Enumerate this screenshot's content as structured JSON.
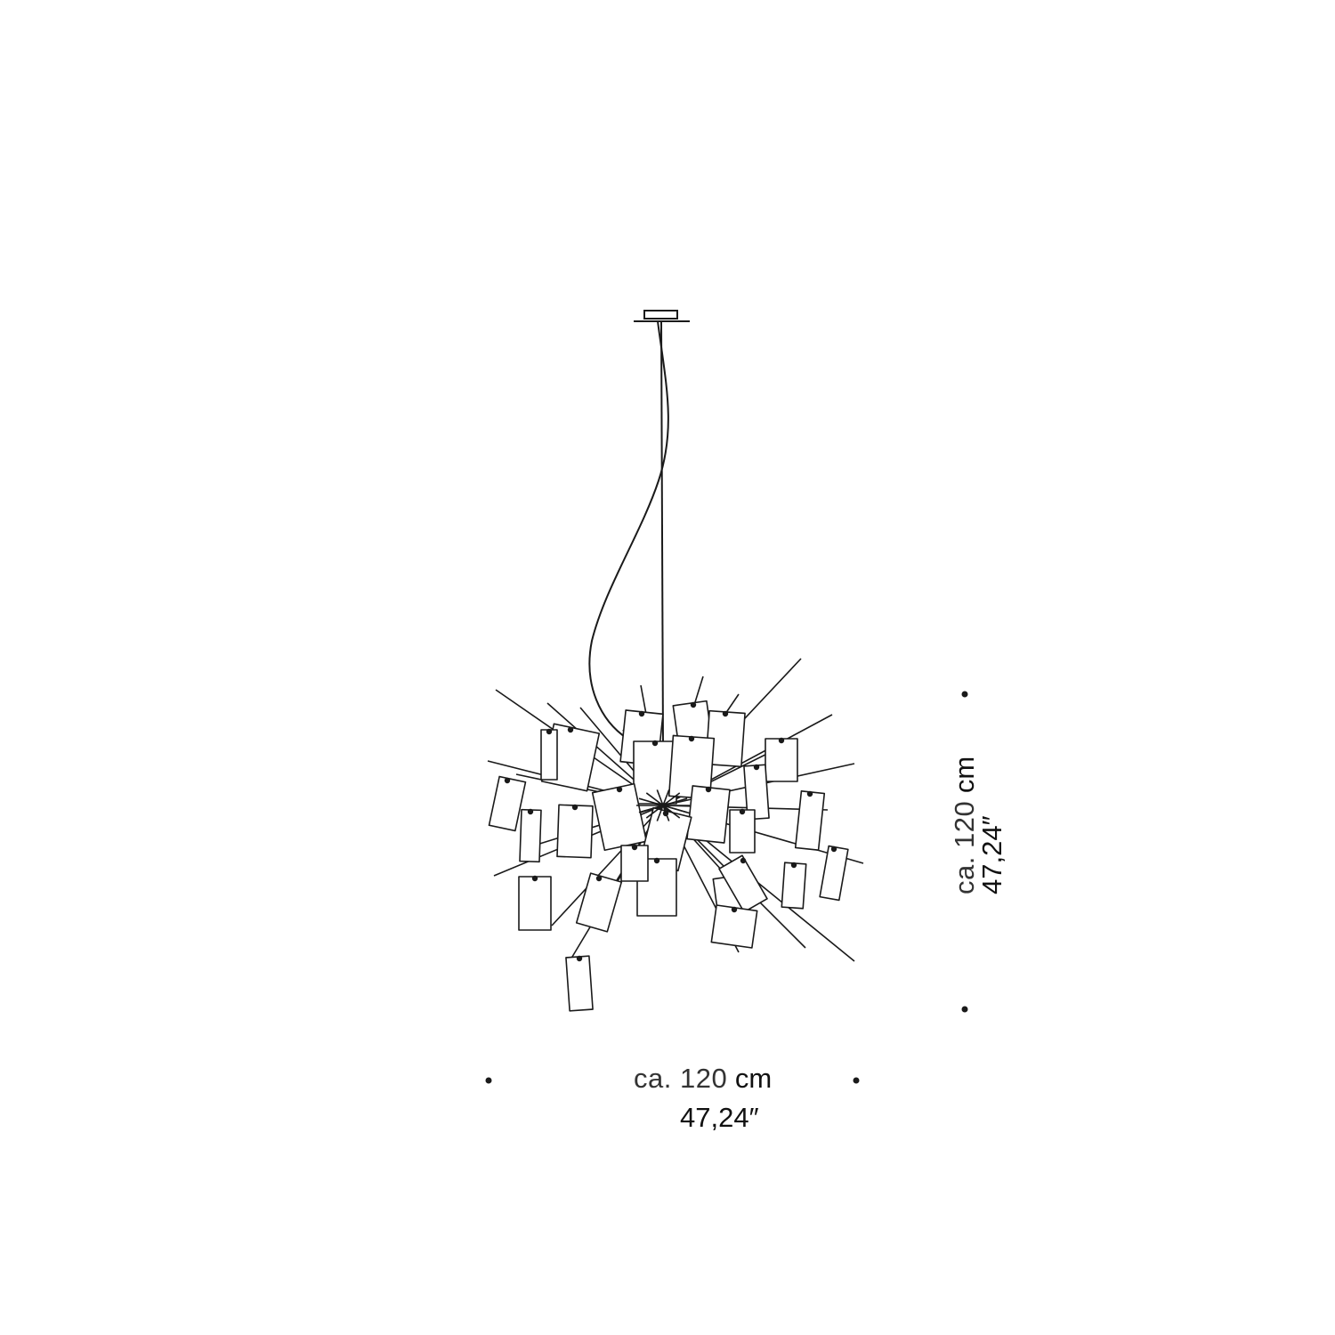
{
  "drawing": {
    "icon": "pendant-chandelier-line-drawing",
    "stroke_color": "#1a1a1a"
  },
  "width_dimension": {
    "prefix": "ca. 120",
    "unit": "cm",
    "inches": "47,24″"
  },
  "height_dimension": {
    "prefix": "ca. 120",
    "unit": "cm",
    "inches": "47,24″"
  }
}
